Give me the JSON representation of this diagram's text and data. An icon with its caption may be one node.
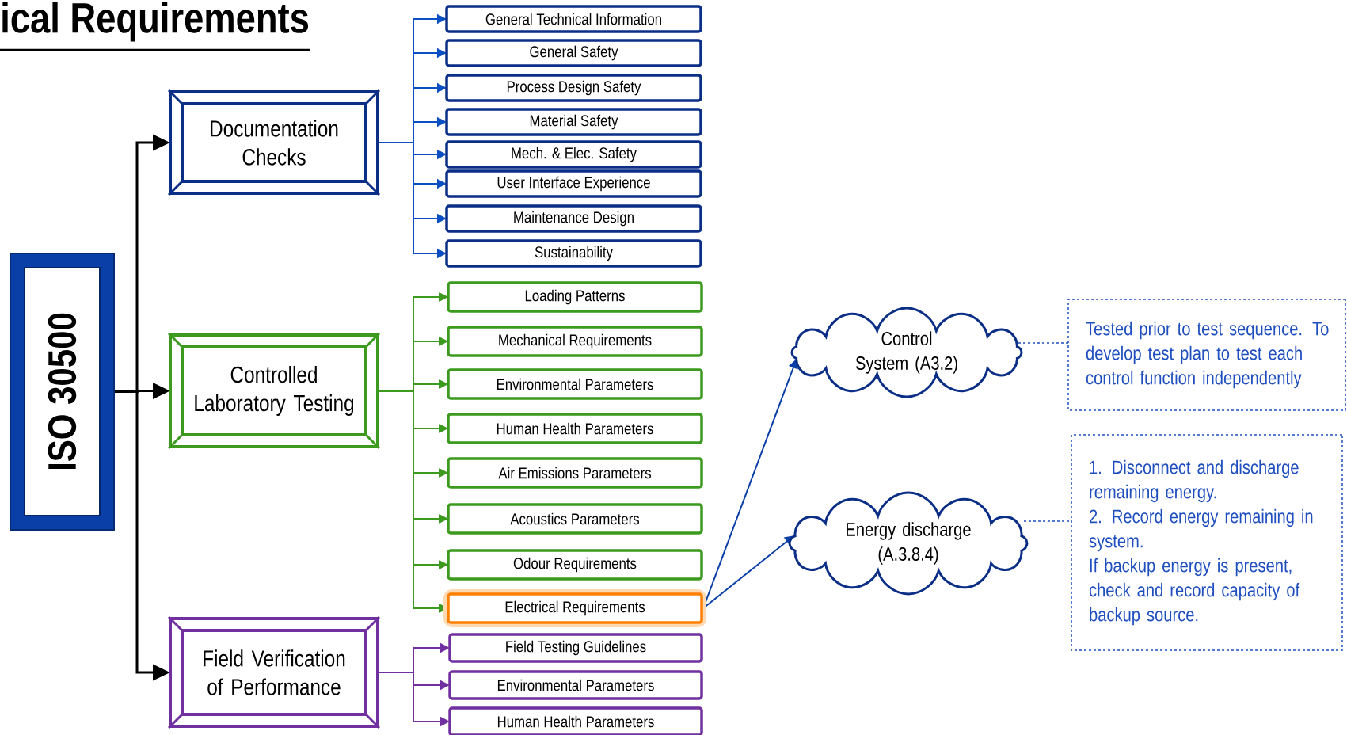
{
  "diagram": {
    "title": "ical Requirements",
    "nodes": [
      {
        "text": [
          "ISO 30500"
        ]
      },
      {
        "text": [
          "Documentation Checks"
        ]
      },
      {
        "text": [
          "Controlled Laboratory Testing"
        ]
      },
      {
        "text": [
          "Field Verification of Performance"
        ]
      },
      {
        "text": [
          "General Technical Information"
        ]
      },
      {
        "text": [
          "General Safety"
        ]
      },
      {
        "text": [
          "Process Design Safety"
        ]
      },
      {
        "text": [
          "Material Safety"
        ]
      },
      {
        "text": [
          "Mech. & Elec. Safety"
        ]
      },
      {
        "text": [
          "User Interface Experience"
        ]
      },
      {
        "text": [
          "Maintenance Design"
        ]
      },
      {
        "text": [
          "Sustainability"
        ]
      },
      {
        "text": [
          "Loading Patterns"
        ]
      },
      {
        "text": [
          "Mechanical Requirements"
        ]
      },
      {
        "text": [
          "Environmental Parameters"
        ]
      },
      {
        "text": [
          "Human Health Parameters"
        ]
      },
      {
        "text": [
          "Air Emissions Parameters"
        ]
      },
      {
        "text": [
          "Acoustics Parameters"
        ]
      },
      {
        "text": [
          "Odour Requirements"
        ]
      },
      {
        "text": [
          "Electrical Requirements"
        ]
      },
      {
        "text": [
          "Field Testing Guidelines"
        ]
      },
      {
        "text": [
          "Environmental Parameters"
        ]
      },
      {
        "text": [
          "Human Health Parameters"
        ]
      },
      {
        "text": [
          "Control System (A3.2)"
        ]
      },
      {
        "text": [
          "Energy discharge (A.3.8.4)"
        ]
      },
      {
        "text": [
          "Tested prior to test sequence. To develop test plan to test each control function independently"
        ]
      },
      {
        "text": [
          "1. Disconnect and discharge remaining energy.",
          "2. Record energy remaining in system.",
          "If backup energy is present, check and record capacity of backup source."
        ]
      }
    ],
    "edges": [
      {
        "from": 0,
        "to": 1,
        "arrow": "to",
        "color": "#000000"
      },
      {
        "from": 0,
        "to": 2,
        "arrow": "to",
        "color": "#000000"
      },
      {
        "from": 0,
        "to": 3,
        "arrow": "to",
        "color": "#000000"
      },
      {
        "from": 1,
        "to": 4,
        "arrow": "to",
        "color": "#0b4fc4"
      },
      {
        "from": 1,
        "to": 5,
        "arrow": "to",
        "color": "#0b4fc4"
      },
      {
        "from": 1,
        "to": 6,
        "arrow": "to",
        "color": "#0b4fc4"
      },
      {
        "from": 1,
        "to": 7,
        "arrow": "to",
        "color": "#0b4fc4"
      },
      {
        "from": 1,
        "to": 8,
        "arrow": "to",
        "color": "#0b4fc4"
      },
      {
        "from": 1,
        "to": 9,
        "arrow": "to",
        "color": "#0b4fc4"
      },
      {
        "from": 1,
        "to": 10,
        "arrow": "to",
        "color": "#0b4fc4"
      },
      {
        "from": 1,
        "to": 11,
        "arrow": "to",
        "color": "#0b4fc4"
      },
      {
        "from": 2,
        "to": 12,
        "arrow": "to",
        "color": "#3c9a1e"
      },
      {
        "from": 2,
        "to": 13,
        "arrow": "to",
        "color": "#3c9a1e"
      },
      {
        "from": 2,
        "to": 14,
        "arrow": "to",
        "color": "#3c9a1e"
      },
      {
        "from": 2,
        "to": 15,
        "arrow": "to",
        "color": "#3c9a1e"
      },
      {
        "from": 2,
        "to": 16,
        "arrow": "to",
        "color": "#3c9a1e"
      },
      {
        "from": 2,
        "to": 17,
        "arrow": "to",
        "color": "#3c9a1e"
      },
      {
        "from": 2,
        "to": 18,
        "arrow": "to",
        "color": "#3c9a1e"
      },
      {
        "from": 2,
        "to": 19,
        "arrow": "to",
        "color": "#3c9a1e"
      },
      {
        "from": 3,
        "to": 20,
        "arrow": "to",
        "color": "#7030a0"
      },
      {
        "from": 3,
        "to": 21,
        "arrow": "to",
        "color": "#7030a0"
      },
      {
        "from": 3,
        "to": 22,
        "arrow": "to",
        "color": "#7030a0"
      },
      {
        "from": 19,
        "to": 23,
        "arrow": "to",
        "color": "#0b3fa8"
      },
      {
        "from": 19,
        "to": 24,
        "arrow": "to",
        "color": "#0b3fa8"
      },
      {
        "from": 23,
        "to": 25,
        "arrow": "none",
        "style": "dashed",
        "color": "#1f4fbf"
      },
      {
        "from": 24,
        "to": 26,
        "arrow": "none",
        "style": "dashed",
        "color": "#1f4fbf"
      }
    ]
  }
}
